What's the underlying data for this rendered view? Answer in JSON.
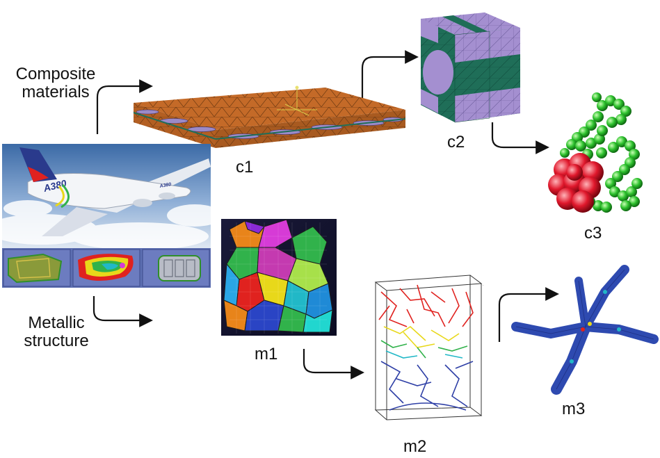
{
  "labels": {
    "composite_line1": "Composite",
    "composite_line2": "materials",
    "metallic_line1": "Metallic",
    "metallic_line2": "structure",
    "c1": "c1",
    "c2": "c2",
    "c3": "c3",
    "m1": "m1",
    "m2": "m2",
    "m3": "m3"
  },
  "aircraft": {
    "fuselage_text": "A380"
  },
  "colors": {
    "arrow": "#111111",
    "plate_orange": "#c46a28",
    "plate_purple": "#9b8ac8",
    "cube_purple": "#a48fd0",
    "cube_green": "#1f6e58",
    "particle_green": "#2ec12e",
    "particle_red": "#e0182c",
    "sky_blue": "#4a79b2",
    "m2_red": "#e0221f",
    "m2_yellow": "#e8d81a",
    "m2_green": "#31b24b",
    "m2_cyan": "#21b8c7",
    "m2_blue": "#2e3fa6",
    "m3_blue": "#2e4ab0"
  }
}
